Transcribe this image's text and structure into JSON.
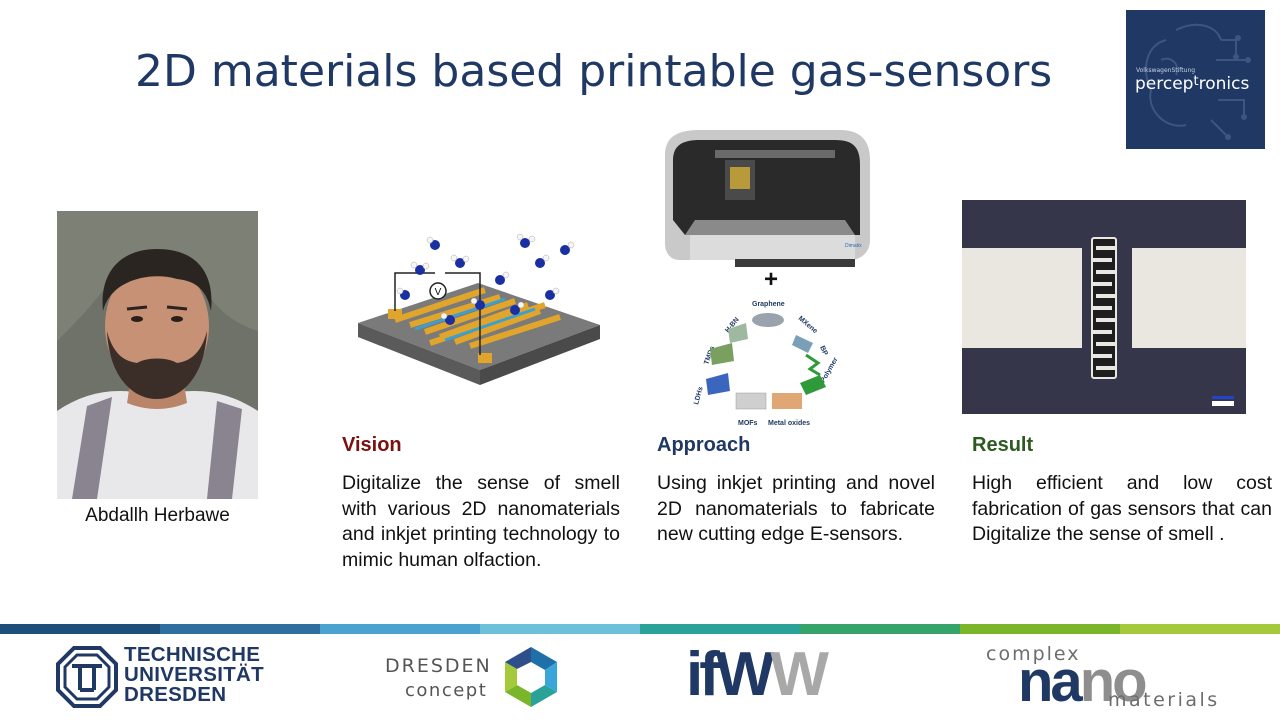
{
  "slide": {
    "title": "2D materials based printable gas-sensors"
  },
  "logo": {
    "org_small": "VolkswagenStiftung",
    "name_a": "percep",
    "name_b": "t",
    "name_c": "ronics"
  },
  "person": {
    "name": "Abdallh Herbawe"
  },
  "columns": {
    "vision": {
      "heading": "Vision",
      "text": "Digitalize the sense of smell with various 2D nanomaterials and inkjet printing technology to mimic human olfaction."
    },
    "approach": {
      "heading": "Approach",
      "text": "Using inkjet printing and novel 2D nanomaterials to fabricate new cutting edge E-sensors."
    },
    "result": {
      "heading": "Result",
      "text": "High efficient and low cost fabrication of gas sensors that can Digitalize the sense of smell ."
    }
  },
  "illustrations": {
    "sensor_voltage_label": "V",
    "plus": "+",
    "materials": [
      "Graphene",
      "MXene",
      "BP",
      "Polymer",
      "Metal oxides",
      "MOFs",
      "LDHs",
      "TMDs",
      "H-BN"
    ],
    "printer_brand": "Dimatix"
  },
  "footer": {
    "tud_line1": "TECHNISCHE",
    "tud_line2": "UNIVERSITÄT",
    "tud_line3": "DRESDEN",
    "dc_line1": "DRESDEN",
    "dc_line2": "concept",
    "ifw": "ifW",
    "ifw_second": "W",
    "cnm_top": "complex",
    "cnm_na": "na",
    "cnm_no": "no",
    "cnm_bottom": "materials",
    "band_colors": [
      "#1d4f7a",
      "#2f6fa0",
      "#4aa3cf",
      "#6cc1d9",
      "#2aa29a",
      "#35a36a",
      "#7bb52a",
      "#a4c93a"
    ]
  },
  "colors": {
    "title": "#1f3864",
    "vision_heading": "#7a1010",
    "approach_heading": "#1f3864",
    "result_heading": "#2d5a1e"
  }
}
